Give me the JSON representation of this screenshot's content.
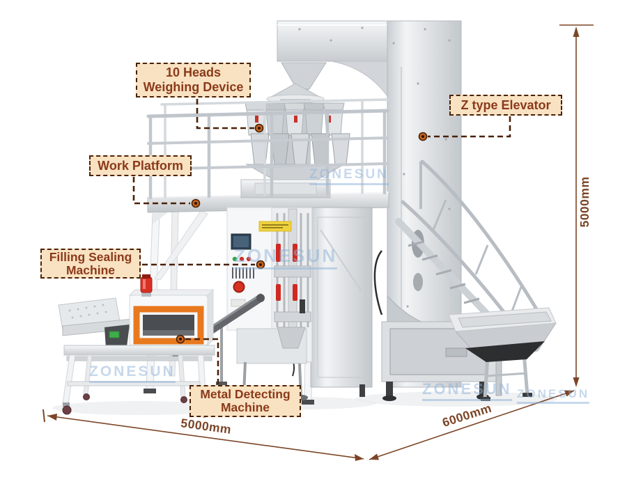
{
  "figure": {
    "type": "annotated machine diagram",
    "subject": "automatic weighing filling packaging line",
    "background": "#FFFFFF"
  },
  "callouts": [
    {
      "id": "weighing-device",
      "lines": [
        "10 Heads",
        "Weighing Device"
      ]
    },
    {
      "id": "z-elevator",
      "lines": [
        "Z type Elevator"
      ]
    },
    {
      "id": "work-platform",
      "lines": [
        "Work Platform"
      ]
    },
    {
      "id": "filling-sealing",
      "lines": [
        "Filling Sealing",
        "Machine"
      ]
    },
    {
      "id": "metal-detecting",
      "lines": [
        "Metal Detecting",
        "Machine"
      ]
    }
  ],
  "dimensions": {
    "height": "5000mm",
    "floor_left": "5000mm",
    "floor_right": "6000mm"
  },
  "watermark": {
    "text": "ZONESUN"
  },
  "colors": {
    "callout_bg": "#F8E2C2",
    "callout_border": "#4A2106",
    "callout_text": "#8B3A1A",
    "dimension_lines": "#7C4527",
    "leader_dashes": "#4A2106",
    "leader_dot": "#C2641F",
    "watermark": "#8FB3DA",
    "steel_light": "#F2F4F5",
    "steel_mid": "#D7DADD",
    "steel_dark": "#B9BEC3",
    "accent_orange": "#E8791E",
    "accent_red": "#D3281E",
    "accent_yellow": "#F0D23F"
  }
}
